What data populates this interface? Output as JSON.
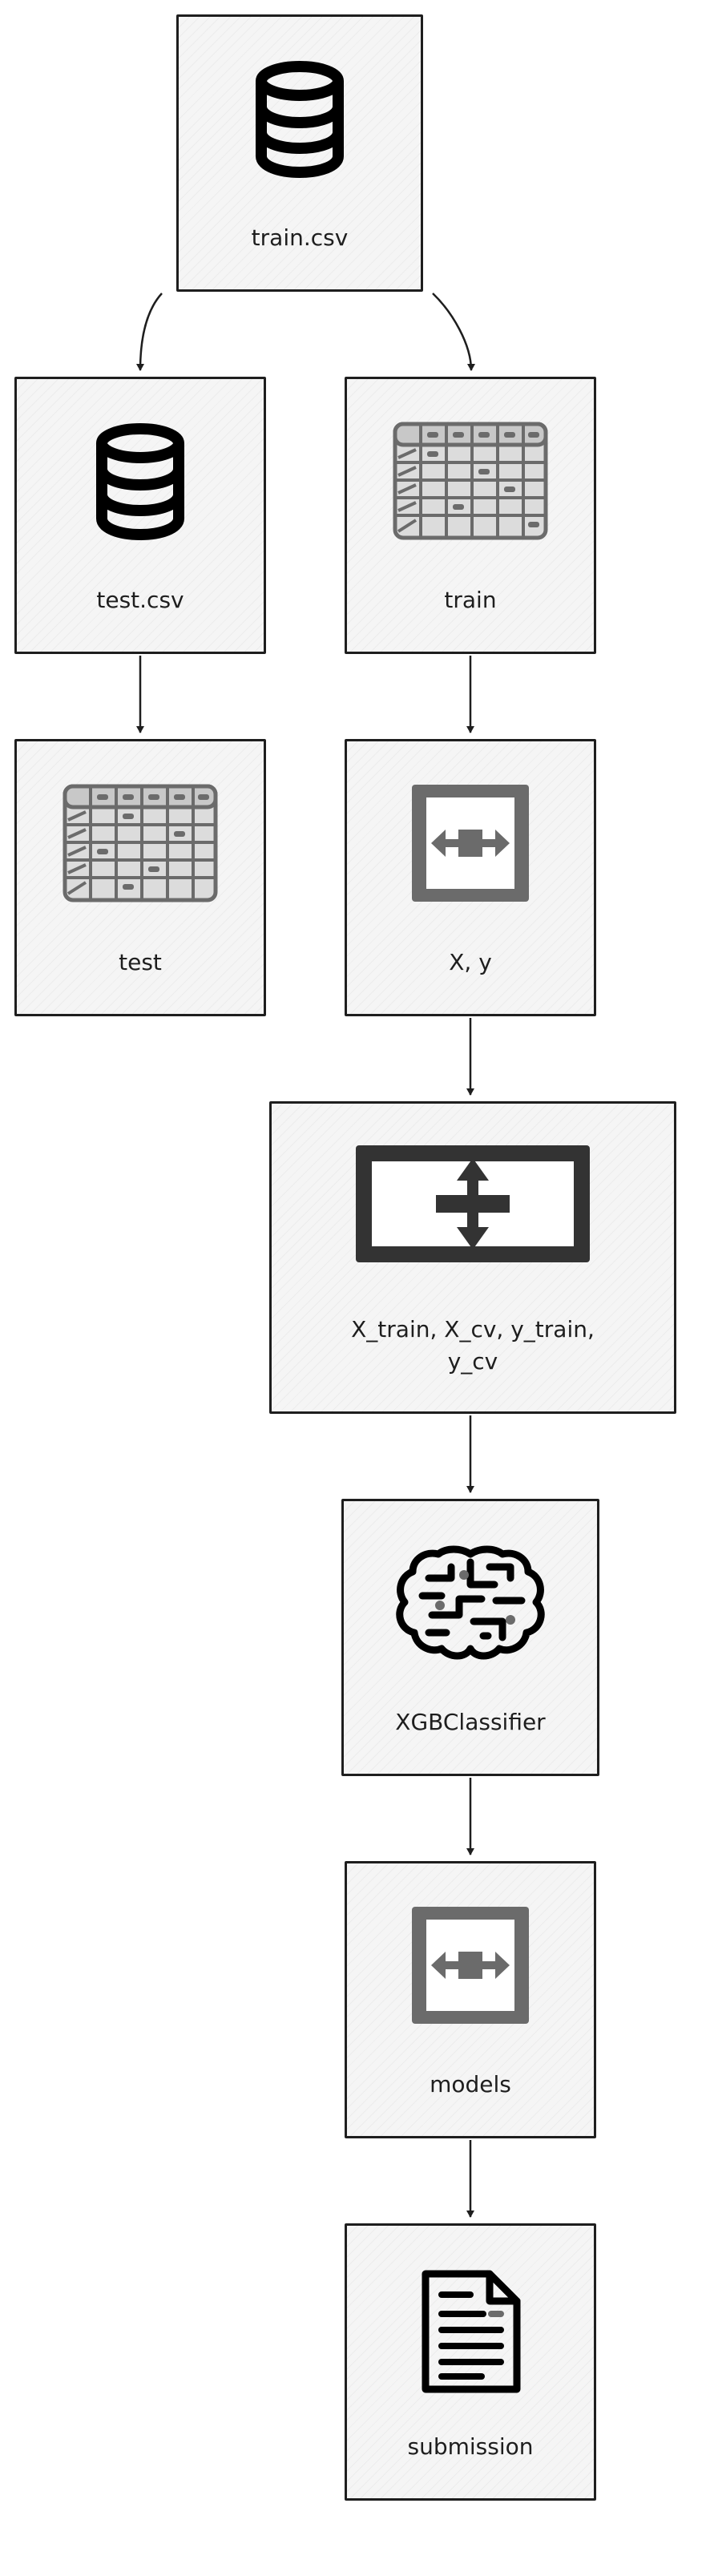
{
  "nodes": {
    "train_csv": {
      "label": "train.csv",
      "icon": "database-icon"
    },
    "test_csv": {
      "label": "test.csv",
      "icon": "database-icon"
    },
    "train": {
      "label": "train",
      "icon": "table-icon"
    },
    "test": {
      "label": "test",
      "icon": "table-icon"
    },
    "xy": {
      "label": "X, y",
      "icon": "horizontal-split-icon"
    },
    "split": {
      "label": "X_train, X_cv, y_train,\ny_cv",
      "icon": "vertical-split-icon"
    },
    "xgb": {
      "label": "XGBClassifier",
      "icon": "brain-icon"
    },
    "models": {
      "label": "models",
      "icon": "horizontal-split-icon"
    },
    "submission": {
      "label": "submission",
      "icon": "document-icon"
    }
  },
  "edges": [
    {
      "from": "train.csv",
      "to": "test.csv"
    },
    {
      "from": "train.csv",
      "to": "train"
    },
    {
      "from": "test.csv",
      "to": "test"
    },
    {
      "from": "train",
      "to": "X, y"
    },
    {
      "from": "X, y",
      "to": "X_train, X_cv, y_train, y_cv"
    },
    {
      "from": "X_train, X_cv, y_train, y_cv",
      "to": "XGBClassifier"
    },
    {
      "from": "XGBClassifier",
      "to": "models"
    },
    {
      "from": "models",
      "to": "submission"
    }
  ],
  "colors": {
    "stroke": "#1e1e1e",
    "node_fill": "#f5f5f5",
    "icon_gray": "#6b6b6b",
    "icon_dark": "#333333",
    "table_light": "#dcdcdc"
  }
}
